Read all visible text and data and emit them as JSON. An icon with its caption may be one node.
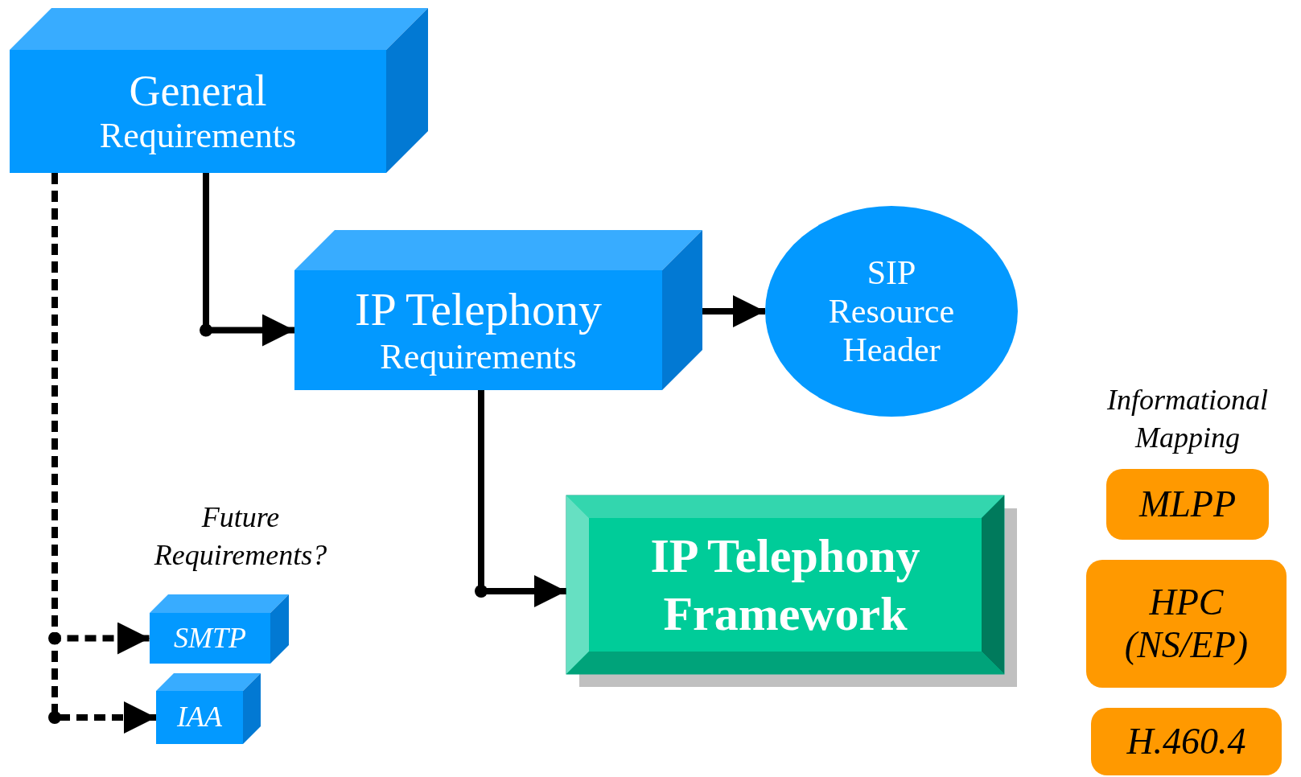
{
  "diagram": {
    "nodes": [
      {
        "text": [
          "General",
          "Requirements"
        ]
      },
      {
        "text": [
          "IP Telephony",
          "Requirements"
        ]
      },
      {
        "text": [
          "SIP Resource Header"
        ]
      },
      {
        "text": [
          "IP Telephony Framework"
        ]
      },
      {
        "text": [
          "SMTP"
        ]
      },
      {
        "text": [
          "IAA"
        ]
      },
      {
        "text": [
          "MLPP"
        ]
      },
      {
        "text": [
          "HPC (NS/EP)"
        ]
      },
      {
        "text": [
          "H.460.4"
        ]
      }
    ],
    "edges": [
      {
        "from": 0,
        "to": 1,
        "arrow": "to"
      },
      {
        "from": 1,
        "to": 2,
        "arrow": "to"
      },
      {
        "from": 1,
        "to": 3,
        "arrow": "to"
      },
      {
        "from": 0,
        "to": 4,
        "arrow": "to",
        "style": "dashed"
      },
      {
        "from": 0,
        "to": 5,
        "arrow": "to",
        "style": "dashed"
      }
    ],
    "labels": [
      "Informational Mapping",
      "Future Requirements?"
    ]
  }
}
